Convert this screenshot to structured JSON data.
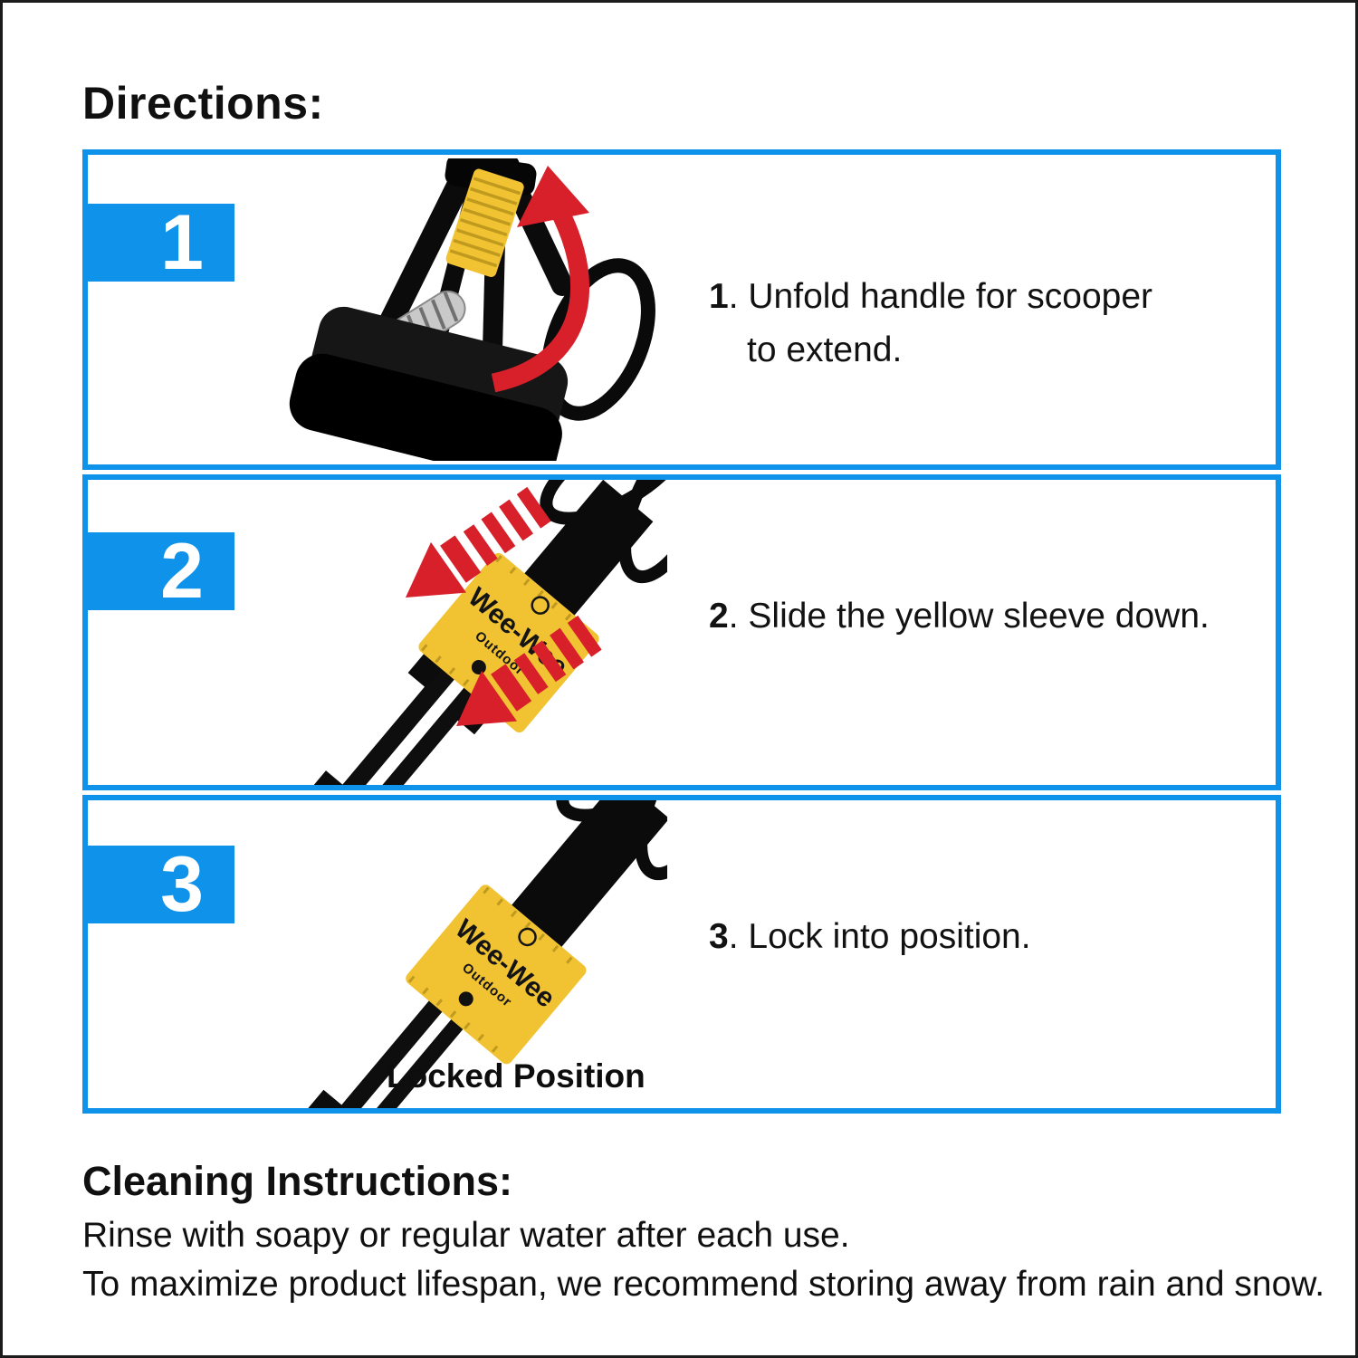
{
  "page": {
    "title": "Directions:"
  },
  "colors": {
    "accent_blue": "#0f93ea",
    "accent_yellow": "#f1c232",
    "accent_red": "#d7202a",
    "text_black": "#101010"
  },
  "steps": [
    {
      "tab_number": "1",
      "num": "1",
      "punct": ".",
      "line1": "Unfold handle for scooper",
      "line2": "to extend."
    },
    {
      "tab_number": "2",
      "num": "2",
      "punct": ".",
      "line1": "Slide the yellow sleeve down.",
      "line2": ""
    },
    {
      "tab_number": "3",
      "num": "3",
      "punct": ".",
      "line1": "Lock into position.",
      "line2": "",
      "caption": "Locked Position"
    }
  ],
  "sleeve_label": {
    "line1": "Wee-Wee",
    "line2": "Outdoor"
  },
  "cleaning": {
    "heading": "Cleaning Instructions:",
    "line1": "Rinse with soapy or regular water after each use.",
    "line2": "To maximize product lifespan, we recommend storing away from rain and snow."
  }
}
